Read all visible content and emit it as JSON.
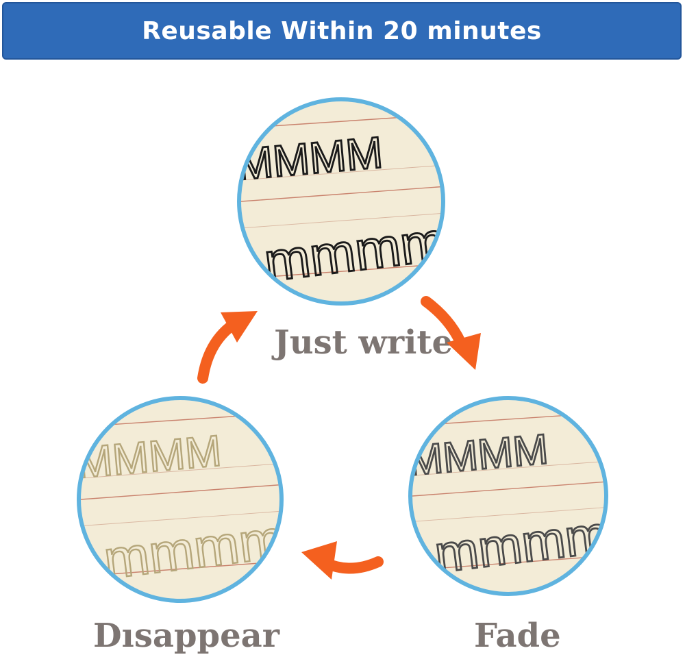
{
  "banner": {
    "title": "Reusable Within 20 minutes",
    "bg_color": "#2f6bb8"
  },
  "stages": {
    "write": {
      "label": "Just write",
      "ink": "#1a1a1a"
    },
    "fade": {
      "label": "Fade",
      "ink": "#4a4a4a"
    },
    "disappear": {
      "label": "Dısappear",
      "ink": "#b5a67a"
    }
  },
  "page_text": {
    "upper": "MMMM",
    "lower": "mmmmm"
  },
  "colors": {
    "circle_border": "#5fb3df",
    "arrow": "#f4601f",
    "label": "#7d7572",
    "paper": "#f3ecd7"
  },
  "icons": {
    "arrow_1": "curved-arrow-icon",
    "arrow_2": "curved-arrow-icon",
    "arrow_3": "curved-arrow-icon"
  }
}
